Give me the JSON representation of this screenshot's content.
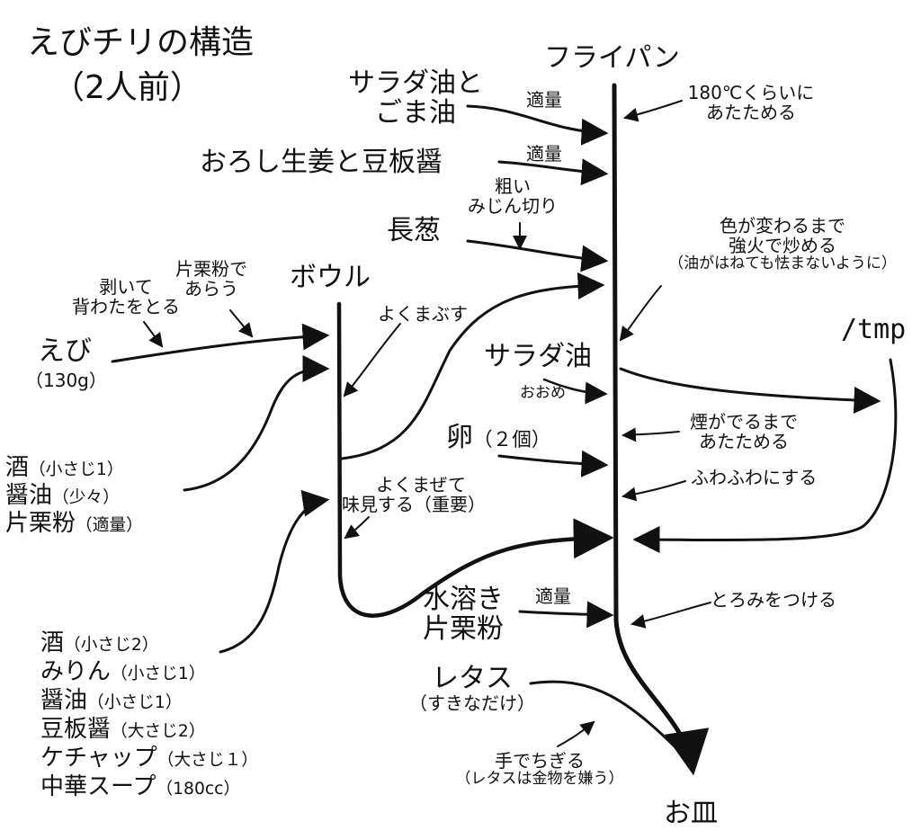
{
  "title": {
    "line1": "えびチリの構造",
    "line2": "（2人前）"
  },
  "nodes": {
    "pan": "フライパン",
    "bowl": "ボウル",
    "tmp": "/tmp",
    "plate": "お皿"
  },
  "ingredients": {
    "oil_sesame_1": "サラダ油と",
    "oil_sesame_2": "ごま油",
    "ginger_doubanjiang": "おろし生姜と豆板醤",
    "green_onion": "長葱",
    "salad_oil": "サラダ油",
    "egg": "卵",
    "egg_qty": "（２個）",
    "shrimp": "えび",
    "shrimp_qty": "（130g）",
    "marinade_1_name": "酒",
    "marinade_1_qty": "（小さじ1）",
    "marinade_2_name": "醤油",
    "marinade_2_qty": "（少々）",
    "marinade_3_name": "片栗粉",
    "marinade_3_qty": "（適量）",
    "starch_water_1": "水溶き",
    "starch_water_2": "片栗粉",
    "lettuce": "レタス",
    "lettuce_qty": "（すきなだけ）",
    "sauce": [
      {
        "name": "酒",
        "qty": "（小さじ2）"
      },
      {
        "name": "みりん",
        "qty": "（小さじ1）"
      },
      {
        "name": "醤油",
        "qty": "（小さじ1）"
      },
      {
        "name": "豆板醤",
        "qty": "（大さじ2）"
      },
      {
        "name": "ケチャップ",
        "qty": "（大さじ１）"
      },
      {
        "name": "中華スープ",
        "qty": "（180cc）"
      }
    ]
  },
  "notes": {
    "appropriate_1": "適量",
    "appropriate_2": "適量",
    "appropriate_3": "適量",
    "heat_180_1": "180℃くらいに",
    "heat_180_2": "あたためる",
    "coarse_1": "粗い",
    "coarse_2": "みじん切り",
    "color_change_1": "色が変わるまで",
    "color_change_2": "強火で炒める",
    "color_change_3": "（油がはねても怯まないように）",
    "peel_1": "剥いて",
    "peel_2": "背わたをとる",
    "starch_coat_1": "片栗粉で",
    "starch_coat_2": "あらう",
    "coat_well": "よくまぶす",
    "plenty": "おおめ",
    "smoke_1": "煙がでるまで",
    "smoke_2": "あたためる",
    "fluffy": "ふわふわにする",
    "mix_1": "よくまぜて",
    "mix_2": "味見する（重要）",
    "thicken": "とろみをつける",
    "tear_1": "手でちぎる",
    "tear_2": "（レタスは金物を嫌う）"
  }
}
